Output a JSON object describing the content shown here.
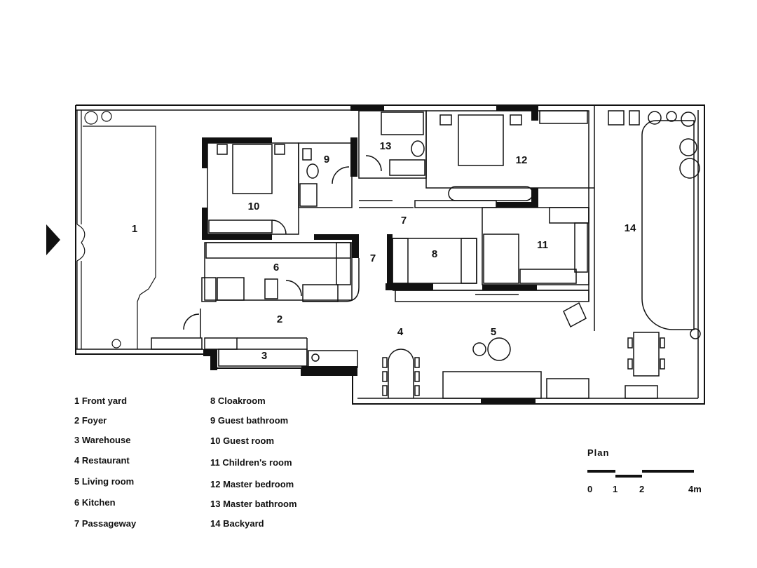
{
  "rooms": [
    {
      "id": "1"
    },
    {
      "id": "2"
    },
    {
      "id": "3"
    },
    {
      "id": "4"
    },
    {
      "id": "5"
    },
    {
      "id": "6"
    },
    {
      "id": "7"
    },
    {
      "id": "8"
    },
    {
      "id": "9"
    },
    {
      "id": "10"
    },
    {
      "id": "11"
    },
    {
      "id": "12"
    },
    {
      "id": "13"
    },
    {
      "id": "14"
    }
  ],
  "legend": {
    "col1": [
      "1  Front yard",
      "2  Foyer",
      "3  Warehouse",
      "4  Restaurant",
      "5  Living room",
      "6  Kitchen",
      "7  Passageway"
    ],
    "col2": [
      "8  Cloakroom",
      "9  Guest bathroom",
      "10  Guest room",
      "11  Children's room",
      "12  Master bedroom",
      "13  Master bathroom",
      "14  Backyard"
    ]
  },
  "scale": {
    "title": "Plan",
    "labels": [
      "0",
      "1",
      "2",
      "4m"
    ]
  }
}
